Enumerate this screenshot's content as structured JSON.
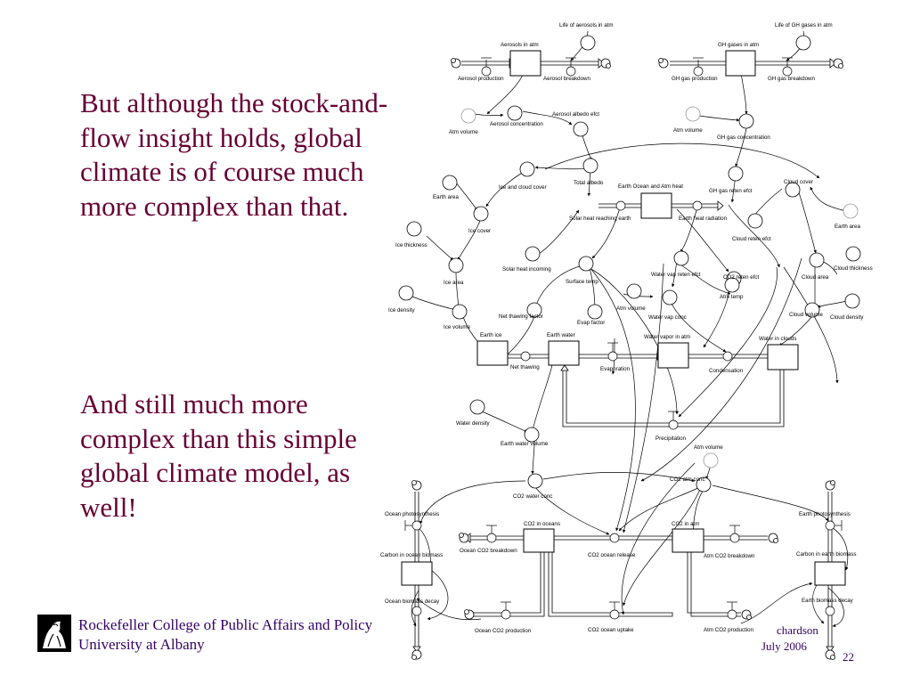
{
  "body_text": {
    "paragraph_1": "But although the stock-and-flow insight holds, global climate is of course much more complex than that.",
    "paragraph_2": "And still much more complex than this simple global climate model, as well!"
  },
  "diagram": {
    "stocks": {
      "aerosols": "Aerosols in atm",
      "gh_gases": "GH gases in atm",
      "earth_ocean_atm_heat": "Earth Ocean and Atm heat",
      "earth_ice": "Earth ice",
      "earth_water": "Earth water",
      "water_vapor": "Water vapor in atm",
      "water_in_clouds": "Water in clouds",
      "co2_in_oceans": "CO2 in oceans",
      "co2_in_atm": "CO2 in atm",
      "carbon_ocean_biomass": "Carbon in ocean biomass",
      "carbon_earth_biomass": "Carbon in earth biomass"
    },
    "flows": {
      "aerosol_production": "Aerosol production",
      "aerosol_breakdown": "Aerosol breakdown",
      "gh_gas_production": "GH gas production",
      "gh_gas_breakdown": "GH gas breakdown",
      "solar_heat_reaching_earth": "Solar heat reaching earth",
      "earth_heat_radiation": "Earth heat radiation",
      "net_thawing": "Net thawing",
      "evaporation": "Evaporation",
      "condensation": "Condensation",
      "precipitation": "Precipitation",
      "ocean_co2_breakdown": "Ocean CO2 breakdown",
      "co2_ocean_release": "CO2 ocean release",
      "atm_co2_breakdown": "Atm CO2 breakdown",
      "co2_ocean_uptake": "CO2 ocean uptake",
      "ocean_co2_production": "Ocean CO2 production",
      "atm_co2_production": "Atm CO2 production",
      "ocean_photosynthesis": "Ocean photosynthesis",
      "ocean_biomass_decay": "Ocean biomass decay",
      "earth_photosynthesis": "Earth photosynthesis",
      "earth_biomass_decay": "Earth biomass decay"
    },
    "converters": {
      "life_of_aerosols": "Life of aerosols in atm",
      "life_of_gh_gases": "Life of GH gases in atm",
      "atm_volume_1": "Atm volume",
      "aerosol_concentration": "Aerosol concentration",
      "aerosol_albedo_efct": "Aerosol albedo efct",
      "atm_volume_2": "Atm volume",
      "gh_gas_concentration": "GH gas concentration",
      "ice_and_cloud_cover": "Ice and cloud cover",
      "total_albedo": "Total albedo",
      "gh_gas_reten_efct": "GH gas reten efct",
      "cloud_cover": "Cloud cover",
      "earth_area_1": "Earth area",
      "earth_area_2": "Earth area",
      "ice_cover": "Ice cover",
      "cloud_reten_efct": "Cloud reten efct",
      "ice_thickness": "Ice thickness",
      "solar_heat_incoming": "Solar heat incoming",
      "surface_temp": "Surface temp",
      "water_vap_reten_efct": "Water vap reten efct",
      "co2_reten_efct": "CO2 reten efct",
      "cloud_thickness": "Cloud thickness",
      "cloud_area": "Cloud area",
      "ice_area": "Ice area",
      "atm_volume_3": "Atm volume",
      "atm_temp": "Atm temp",
      "ice_density": "Ice density",
      "net_thawing_factor": "Net thawing factor",
      "evap_factor": "Evap factor",
      "water_vap_conc": "Water vap conc",
      "cloud_volume": "Cloud volume",
      "cloud_density": "Cloud density",
      "ice_volume": "Ice volume",
      "water_density": "Water density",
      "earth_water_volume": "Earth water volume",
      "atm_volume_4": "Atm volume",
      "co2_atm_conc": "CO2 atm conc",
      "co2_water_conc": "CO2 water conc"
    }
  },
  "footer": {
    "college": "Rockefeller College of Public Affairs and Policy",
    "university": "University at Albany",
    "author": "chardson",
    "date": "July 2006",
    "page_number": "22"
  },
  "colors": {
    "body_text": "#660033",
    "footer_text": "#330066"
  }
}
